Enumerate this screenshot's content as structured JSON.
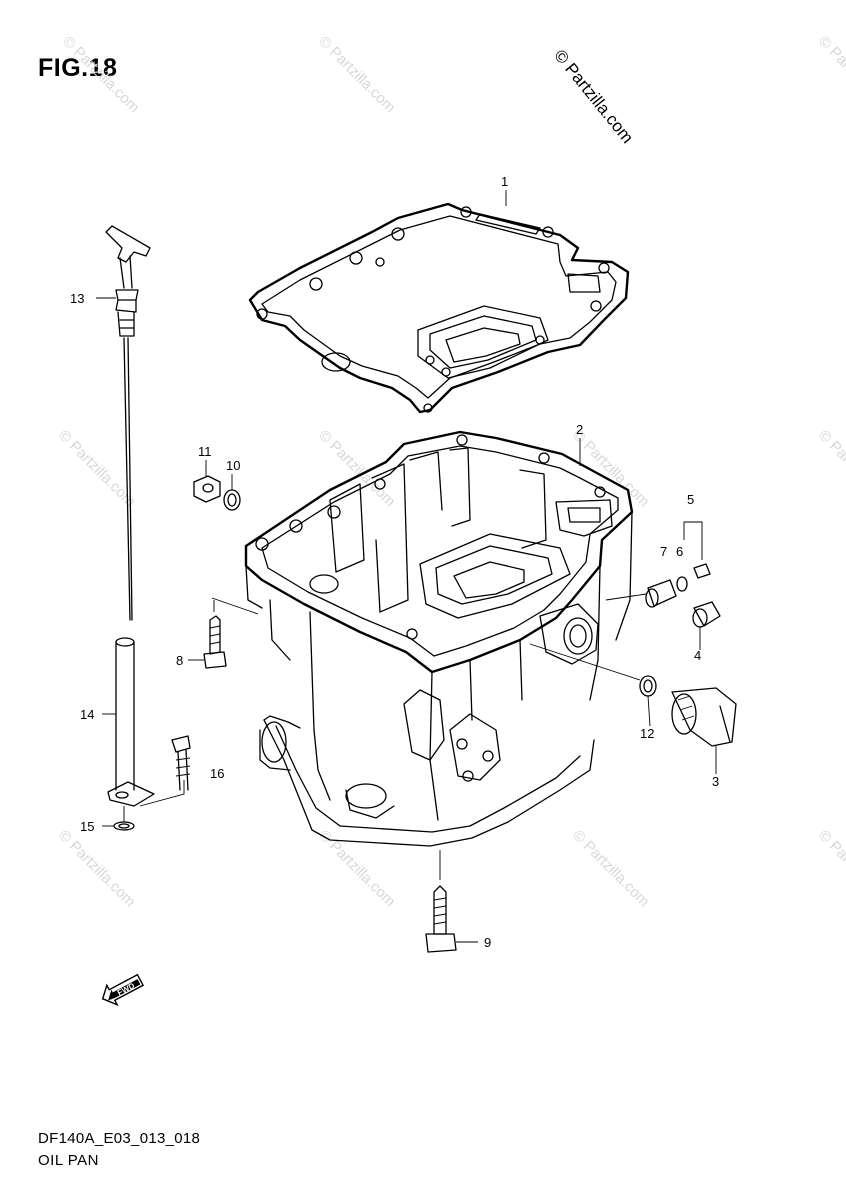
{
  "figure": {
    "title": "FIG.18"
  },
  "brand": {
    "text": "© Partzilla.com"
  },
  "watermark": {
    "text": "© Partzilla.com"
  },
  "callouts": [
    {
      "id": "part-1",
      "label": "1"
    },
    {
      "id": "part-2",
      "label": "2"
    },
    {
      "id": "part-3",
      "label": "3"
    },
    {
      "id": "part-4",
      "label": "4"
    },
    {
      "id": "part-5",
      "label": "5"
    },
    {
      "id": "part-6",
      "label": "6"
    },
    {
      "id": "part-7",
      "label": "7"
    },
    {
      "id": "part-8",
      "label": "8"
    },
    {
      "id": "part-9",
      "label": "9"
    },
    {
      "id": "part-10",
      "label": "10"
    },
    {
      "id": "part-11",
      "label": "11"
    },
    {
      "id": "part-12",
      "label": "12"
    },
    {
      "id": "part-13",
      "label": "13"
    },
    {
      "id": "part-14",
      "label": "14"
    },
    {
      "id": "part-15",
      "label": "15"
    },
    {
      "id": "part-16",
      "label": "16"
    }
  ],
  "fwd_arrow": {
    "text": "FWD"
  },
  "footer": {
    "code": "DF140A_E03_013_018",
    "name": "OIL PAN"
  }
}
